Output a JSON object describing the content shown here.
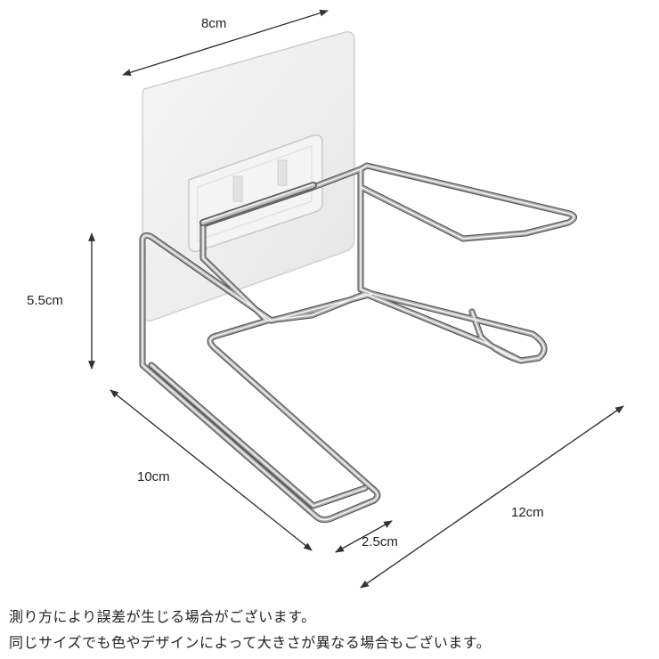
{
  "dimensions": {
    "top_width": "8cm",
    "height": "5.5cm",
    "depth": "10cm",
    "bar_width": "2.5cm",
    "length": "12cm"
  },
  "notes": {
    "line1": "測り方により誤差が生じる場合がございます。",
    "line2": "同じサイズでも色やデザインによって大きさが異なる場合もございます。"
  },
  "colors": {
    "plate": "#eeeeee",
    "plate_edge": "#d4d4d4",
    "metal": "#9a9a9a",
    "metal_highlight": "#f2f2f2",
    "metal_dark": "#4a4a4a",
    "arrow": "#333333",
    "text": "#222222"
  },
  "icons": {
    "product": "wire-holder-illustration"
  }
}
